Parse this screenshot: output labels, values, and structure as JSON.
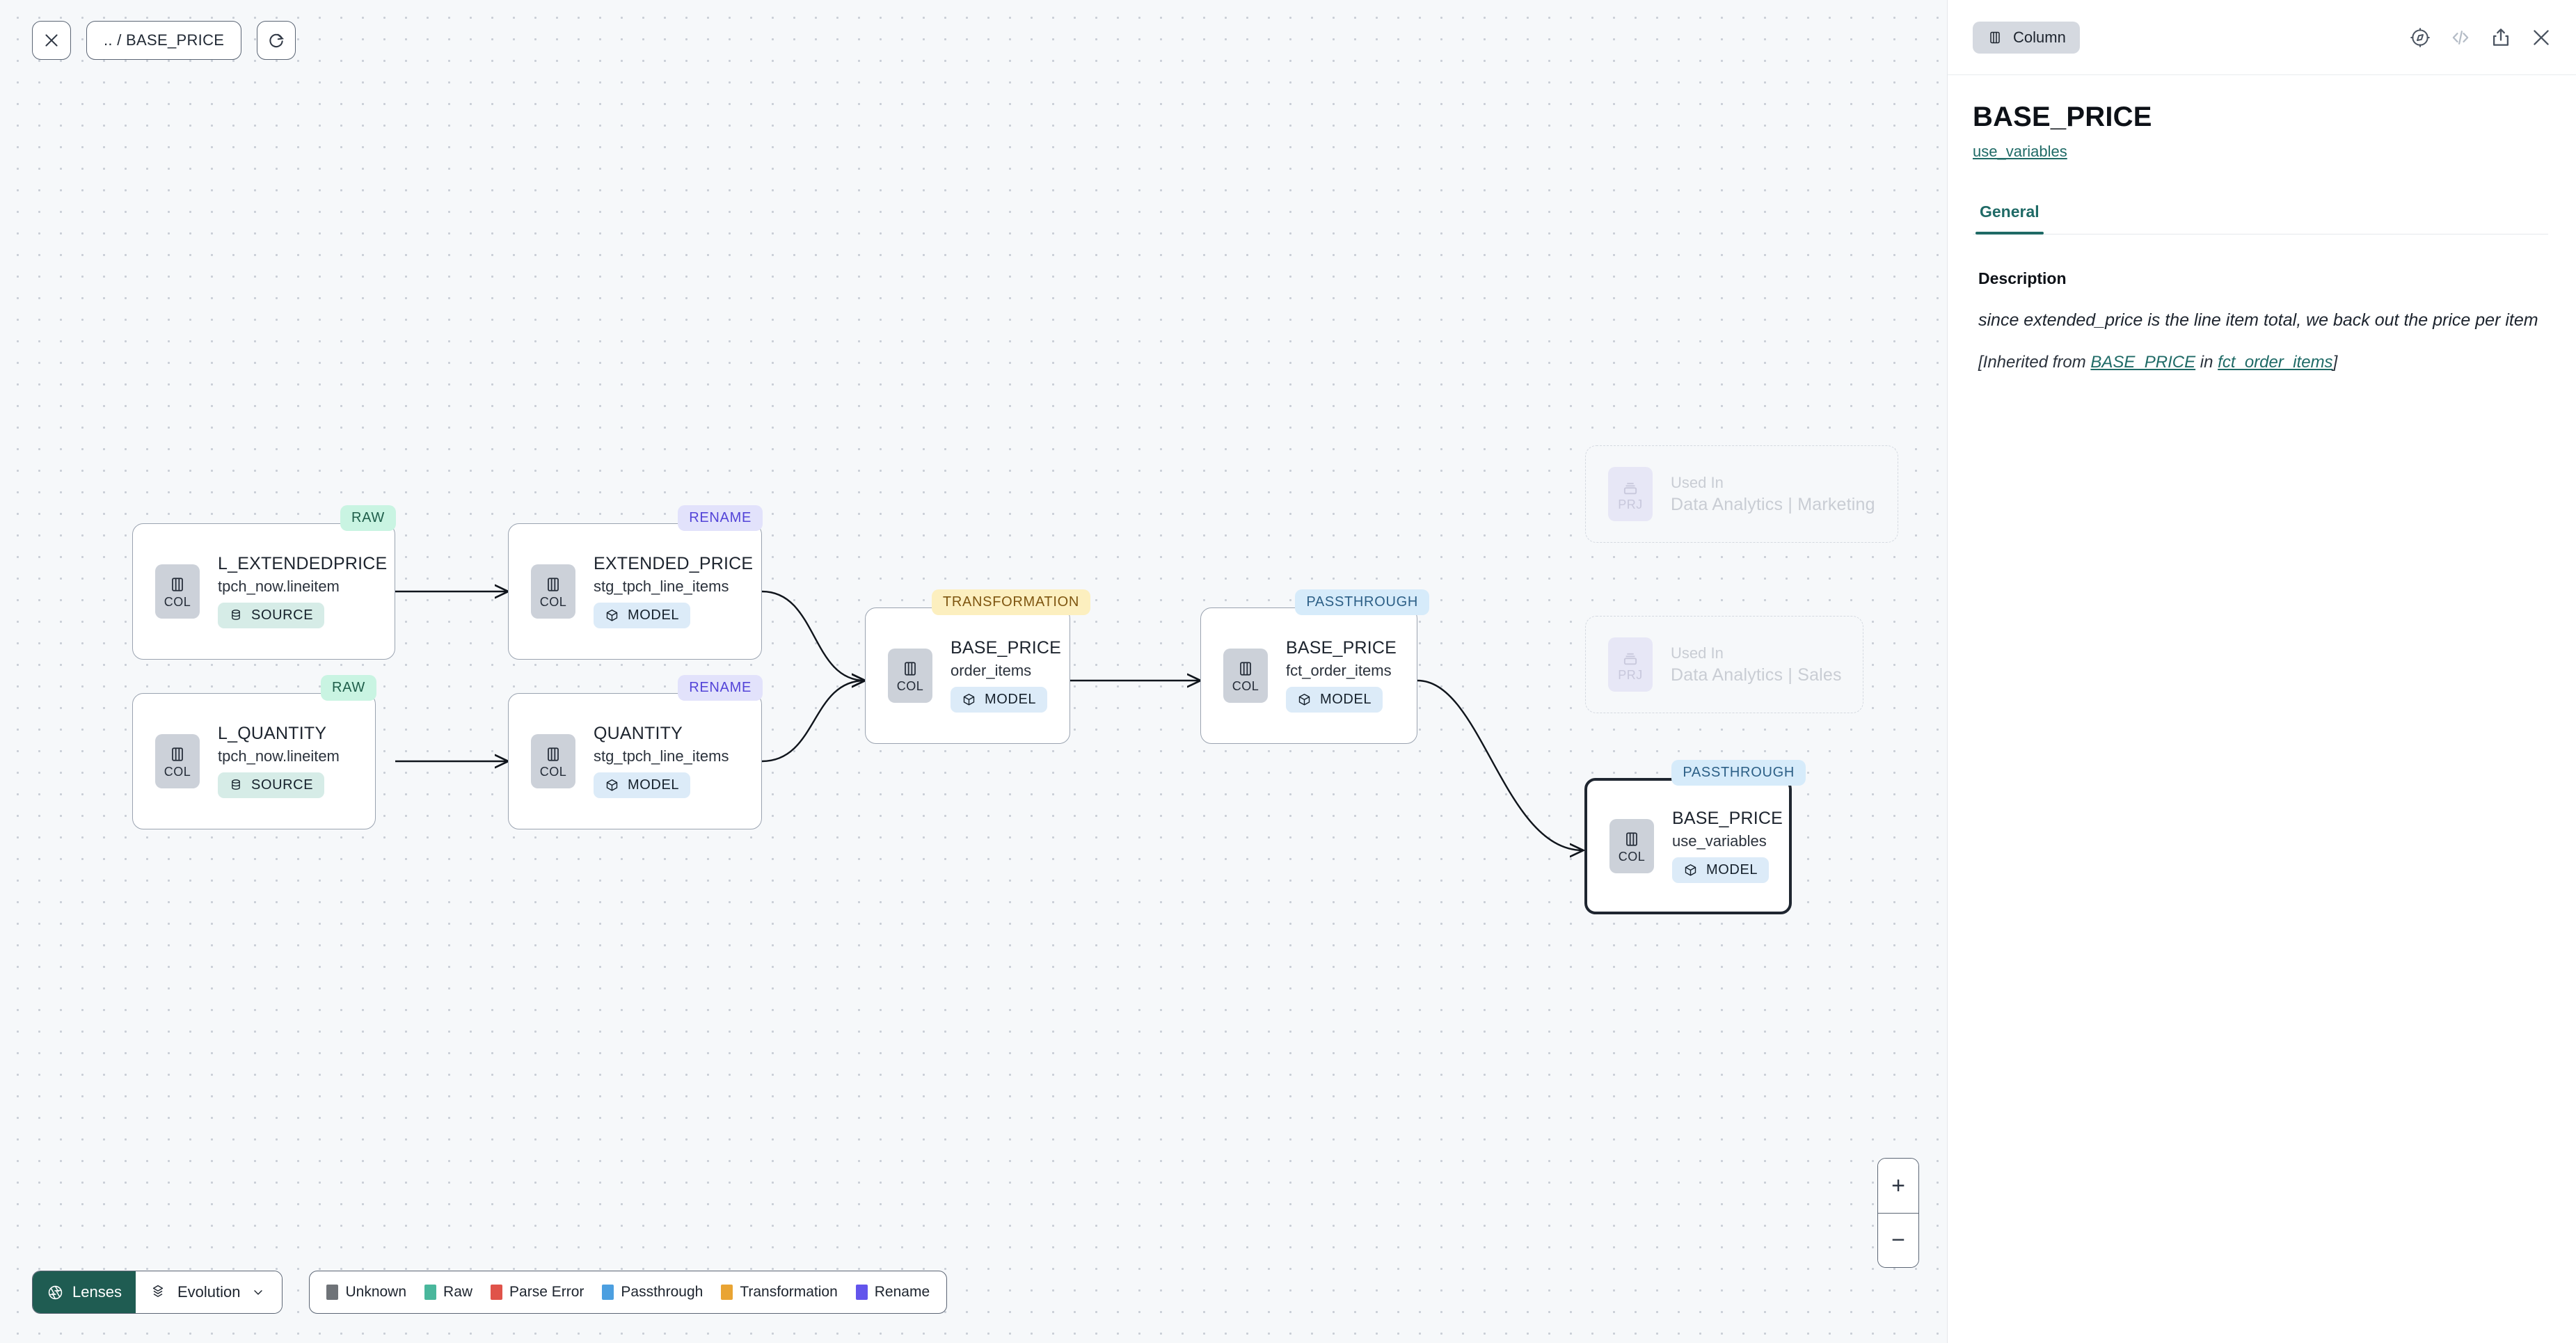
{
  "canvas": {
    "toolbar": {
      "close_label": "✕",
      "breadcrumb": ".. / BASE_PRICE",
      "refresh_label": "refresh-icon"
    },
    "nodes": [
      {
        "id": "l_extendedprice",
        "type_tag": "RAW",
        "chip": "COL",
        "title": "L_EXTENDEDPRICE",
        "subtitle": "tpch_now.lineitem",
        "kind": "SOURCE",
        "kind_icon": "database-icon"
      },
      {
        "id": "l_quantity",
        "type_tag": "RAW",
        "chip": "COL",
        "title": "L_QUANTITY",
        "subtitle": "tpch_now.lineitem",
        "kind": "SOURCE",
        "kind_icon": "database-icon"
      },
      {
        "id": "extended_price",
        "type_tag": "RENAME",
        "chip": "COL",
        "title": "EXTENDED_PRICE",
        "subtitle": "stg_tpch_line_items",
        "kind": "MODEL",
        "kind_icon": "cube-icon"
      },
      {
        "id": "quantity",
        "type_tag": "RENAME",
        "chip": "COL",
        "title": "QUANTITY",
        "subtitle": "stg_tpch_line_items",
        "kind": "MODEL",
        "kind_icon": "cube-icon"
      },
      {
        "id": "base_price_order_items",
        "type_tag": "TRANSFORMATION",
        "chip": "COL",
        "title": "BASE_PRICE",
        "subtitle": "order_items",
        "kind": "MODEL",
        "kind_icon": "cube-icon"
      },
      {
        "id": "base_price_fct_order_items",
        "type_tag": "PASSTHROUGH",
        "chip": "COL",
        "title": "BASE_PRICE",
        "subtitle": "fct_order_items",
        "kind": "MODEL",
        "kind_icon": "cube-icon"
      },
      {
        "id": "base_price_use_variables",
        "type_tag": "PASSTHROUGH",
        "chip": "COL",
        "title": "BASE_PRICE",
        "subtitle": "use_variables",
        "kind": "MODEL",
        "kind_icon": "cube-icon",
        "selected": true
      }
    ],
    "ghost_nodes": [
      {
        "id": "used_in_marketing",
        "chip": "PRJ",
        "title": "Used In",
        "subtitle": "Data Analytics | Marketing"
      },
      {
        "id": "used_in_sales",
        "chip": "PRJ",
        "title": "Used In",
        "subtitle": "Data Analytics | Sales"
      }
    ],
    "bottom_bar": {
      "lenses_label": "Lenses",
      "lens_value": "Evolution",
      "legend": [
        {
          "label": "Unknown",
          "color": "#6f7378"
        },
        {
          "label": "Raw",
          "color": "#49b79c"
        },
        {
          "label": "Parse Error",
          "color": "#e0534a"
        },
        {
          "label": "Passthrough",
          "color": "#4c9fe0"
        },
        {
          "label": "Transformation",
          "color": "#e9a433"
        },
        {
          "label": "Rename",
          "color": "#6355ec"
        }
      ]
    },
    "zoom": {
      "in_label": "+",
      "out_label": "−"
    }
  },
  "panel": {
    "entity_type": "Column",
    "icons": [
      "compass-icon",
      "code-icon",
      "share-icon",
      "close-icon"
    ],
    "title": "BASE_PRICE",
    "parent_link": "use_variables",
    "tabs": [
      {
        "label": "General",
        "active": true
      }
    ],
    "description": {
      "label": "Description",
      "text": "since extended_price is the line item total, we back out the price per item",
      "inherited_prefix": "[Inherited from ",
      "inherited_column": "BASE_PRICE",
      "inherited_middle": " in ",
      "inherited_model": "fct_order_items",
      "inherited_suffix": "]"
    }
  }
}
